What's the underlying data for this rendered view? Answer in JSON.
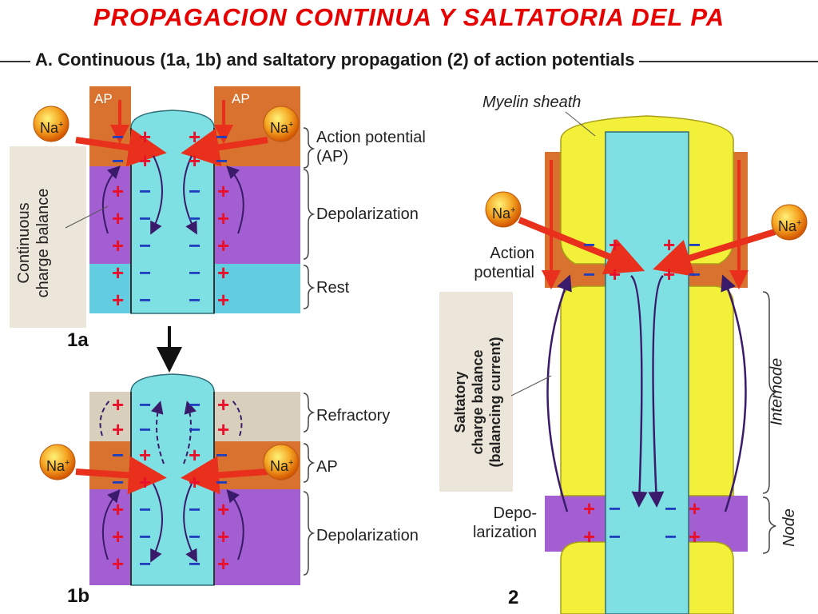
{
  "slide_title": "PROPAGACION  CONTINUA Y SALTATORIA DEL PA",
  "figure_title": "A. Continuous (1a, 1b) and saltatory propagation (2) of action potentials",
  "panel_1a": {
    "number": "1a",
    "ap_left": "AP",
    "ap_right": "AP",
    "na": "Na",
    "na_sup": "+",
    "side_label_line1": "Continuous",
    "side_label_line2": "charge balance",
    "labels": {
      "action_potential_1": "Action potential",
      "action_potential_2": "(AP)",
      "depolarization": "Depolarization",
      "rest": "Rest"
    }
  },
  "panel_1b": {
    "number": "1b",
    "na": "Na",
    "na_sup": "+",
    "labels": {
      "refractory": "Refractory",
      "ap": "AP",
      "depolarization": "Depolarization"
    }
  },
  "panel_2": {
    "number": "2",
    "na": "Na",
    "na_sup": "+",
    "labels": {
      "myelin_sheath": "Myelin sheath",
      "action_potential_1": "Action",
      "action_potential_2": "potential",
      "depolarization_1": "Depo-",
      "depolarization_2": "larization",
      "internode": "Internode",
      "node": "Node",
      "side_1": "Saltatory",
      "side_2": "charge balance",
      "side_3": "(balancing current)"
    }
  },
  "colors": {
    "title_red": "#e60000",
    "axon": "#7fe0e3",
    "ap_orange": "#d9712f",
    "depol_purple": "#a35fd1",
    "rest_cyan": "#62cce0",
    "refractory_tan": "#d8cfbd",
    "myelin_yellow": "#f3f03a",
    "plus": "#e8102a",
    "minus": "#1f3fbf",
    "arrow_red": "#e8301c",
    "curve_navy": "#3a1a6a"
  }
}
